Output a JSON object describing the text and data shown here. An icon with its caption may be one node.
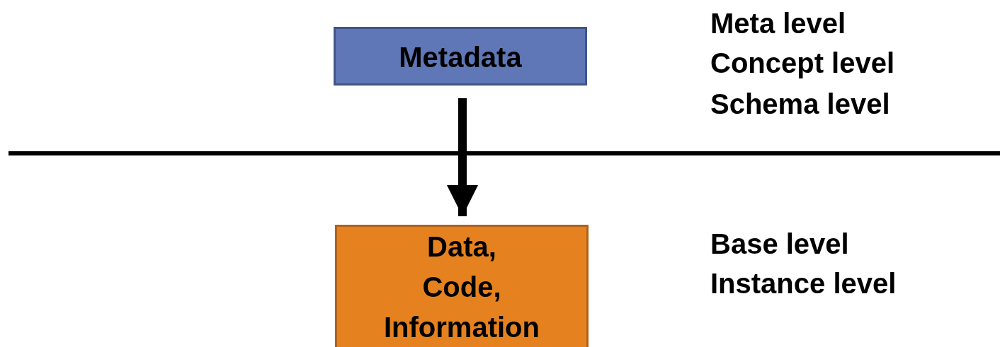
{
  "diagram": {
    "nodes": [
      {
        "text": [
          "Metadata"
        ]
      },
      {
        "text": [
          "Data, Code, Information"
        ]
      }
    ],
    "edges": [
      {
        "from": 0,
        "to": 1,
        "arrow": "to"
      }
    ],
    "labels": [
      "Meta level",
      "Concept level",
      "Schema level",
      "Base level",
      "Instance level"
    ]
  }
}
